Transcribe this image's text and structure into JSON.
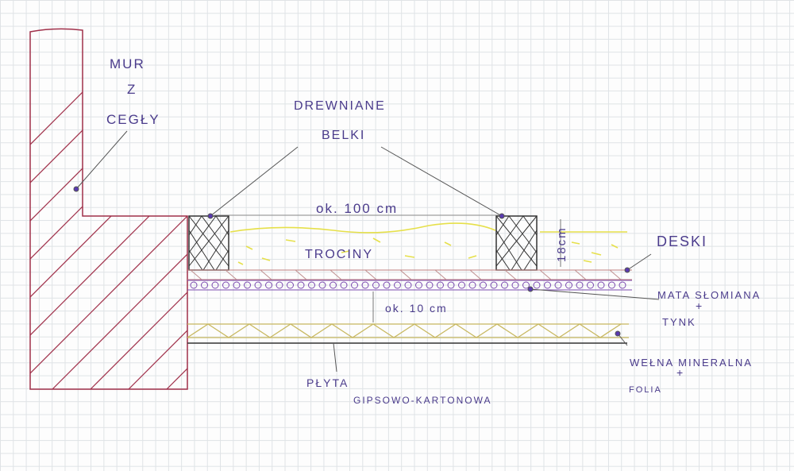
{
  "labels": {
    "wall": [
      "MUR",
      "Z",
      "CEGŁY"
    ],
    "beams": [
      "DREWNIANE",
      "BELKI"
    ],
    "span": "ok. 100 cm",
    "sawdust": "TROCINY",
    "height": "18cm",
    "boards": "DESKI",
    "mat": [
      "MATA SŁOMIANA",
      "+",
      "TYNK"
    ],
    "gap": "ok. 10 cm",
    "wool": [
      "WEŁNA MINERALNA",
      "+",
      "FOLIA"
    ],
    "plasterboard": [
      "PŁYTA",
      "GIPSOWO-KARTONOWA"
    ]
  },
  "colors": {
    "ink": "#4b3c8c",
    "wall": "#a0304a",
    "sawdust": "#e6e04a",
    "wool": "#c8b860"
  }
}
